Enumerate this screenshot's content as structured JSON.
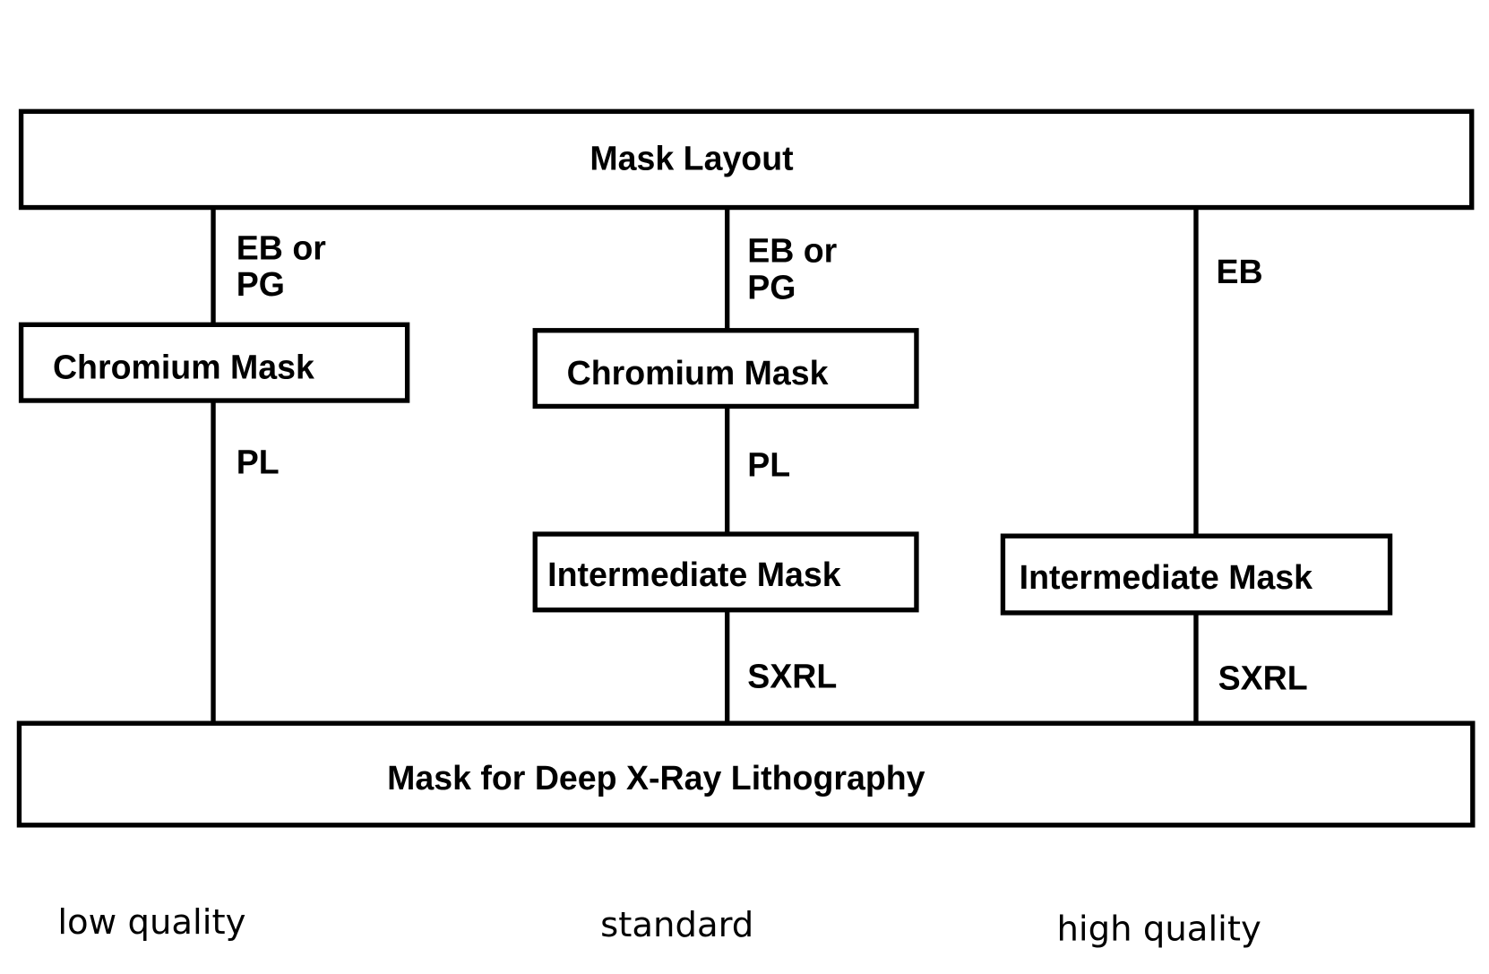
{
  "boxes": {
    "top": "Mask Layout",
    "chromium_left": "Chromium Mask",
    "chromium_middle": "Chromium Mask",
    "intermediate_middle": "Intermediate Mask",
    "intermediate_right": "Intermediate Mask",
    "bottom": "Mask for Deep X-Ray Lithography"
  },
  "edges": {
    "left_top_line1": "EB or",
    "left_top_line2": "PG",
    "left_bottom": "PL",
    "middle_top_line1": "EB or",
    "middle_top_line2": "PG",
    "middle_mid": "PL",
    "middle_bottom": "SXRL",
    "right_top": "EB",
    "right_bottom": "SXRL"
  },
  "qualities": [
    "low quality",
    "standard",
    "high quality"
  ]
}
